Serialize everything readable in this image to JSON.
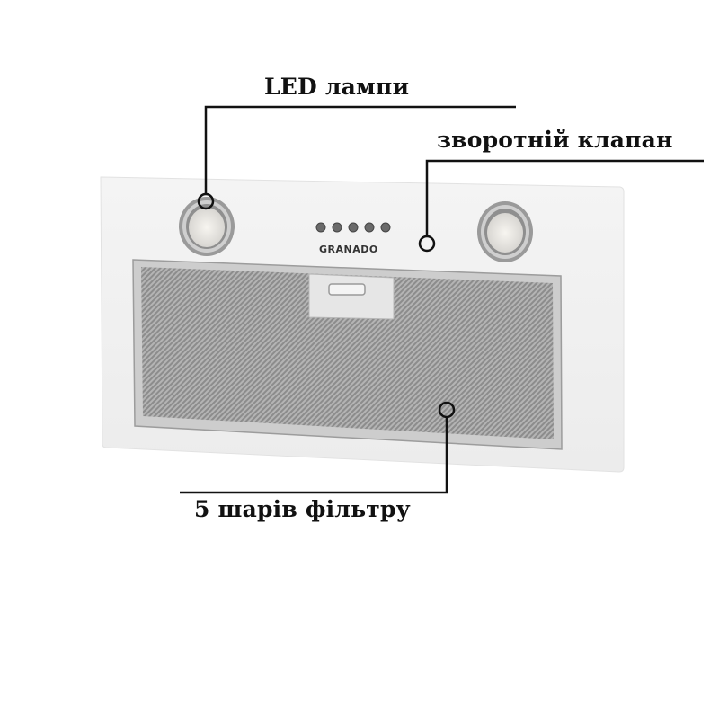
{
  "callouts": {
    "led": "LED лампи",
    "valve": "зворотній клапан",
    "filter": "5 шарів фільтру"
  },
  "product": {
    "brand": "GRANADO",
    "button_count": 5
  },
  "colors": {
    "line": "#111111",
    "panel": "#f3f3f3",
    "mesh": "#a8a8a8",
    "frame": "#c9c9c9"
  }
}
